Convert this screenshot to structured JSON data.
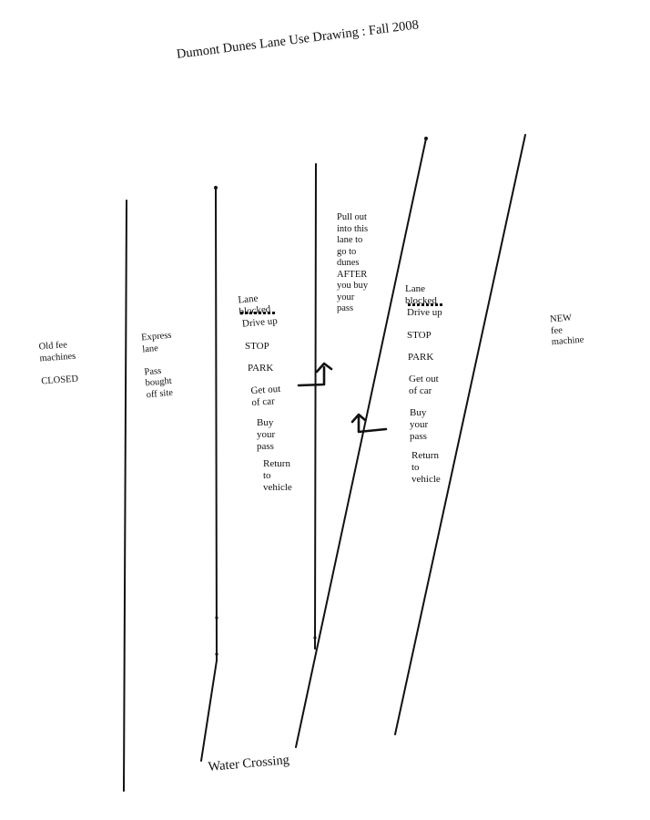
{
  "title": "Dumont Dunes Lane Use Drawing  :  Fall 2008",
  "footer": "Water Crossing",
  "lanes": {
    "old_fee": {
      "lines": [
        "Old fee",
        "machines",
        "",
        "CLOSED"
      ]
    },
    "express": {
      "lines": [
        "Express",
        "lane",
        "",
        "Pass",
        "bought",
        "off site"
      ]
    },
    "middle": {
      "blocked": [
        "Lane",
        "blocked"
      ],
      "steps": [
        "Drive up",
        "STOP",
        "PARK",
        "Get out",
        "of car",
        "Buy",
        "your",
        "pass",
        "Return",
        "to",
        "vehicle"
      ]
    },
    "pull_out": {
      "lines": [
        "Pull out",
        "into this",
        "lane to",
        "go to",
        "dunes",
        "AFTER",
        "you buy",
        "your",
        "pass"
      ]
    },
    "right": {
      "blocked": [
        "Lane",
        "blocked"
      ],
      "steps": [
        "Drive up",
        "STOP",
        "PARK",
        "Get out",
        "of car",
        "Buy",
        "your",
        "pass",
        "Return",
        "to",
        "vehicle"
      ]
    },
    "new_fee": {
      "lines": [
        "NEW",
        "fee",
        "machine"
      ]
    }
  },
  "colors": {
    "ink": "#111111",
    "paper": "#ffffff"
  }
}
